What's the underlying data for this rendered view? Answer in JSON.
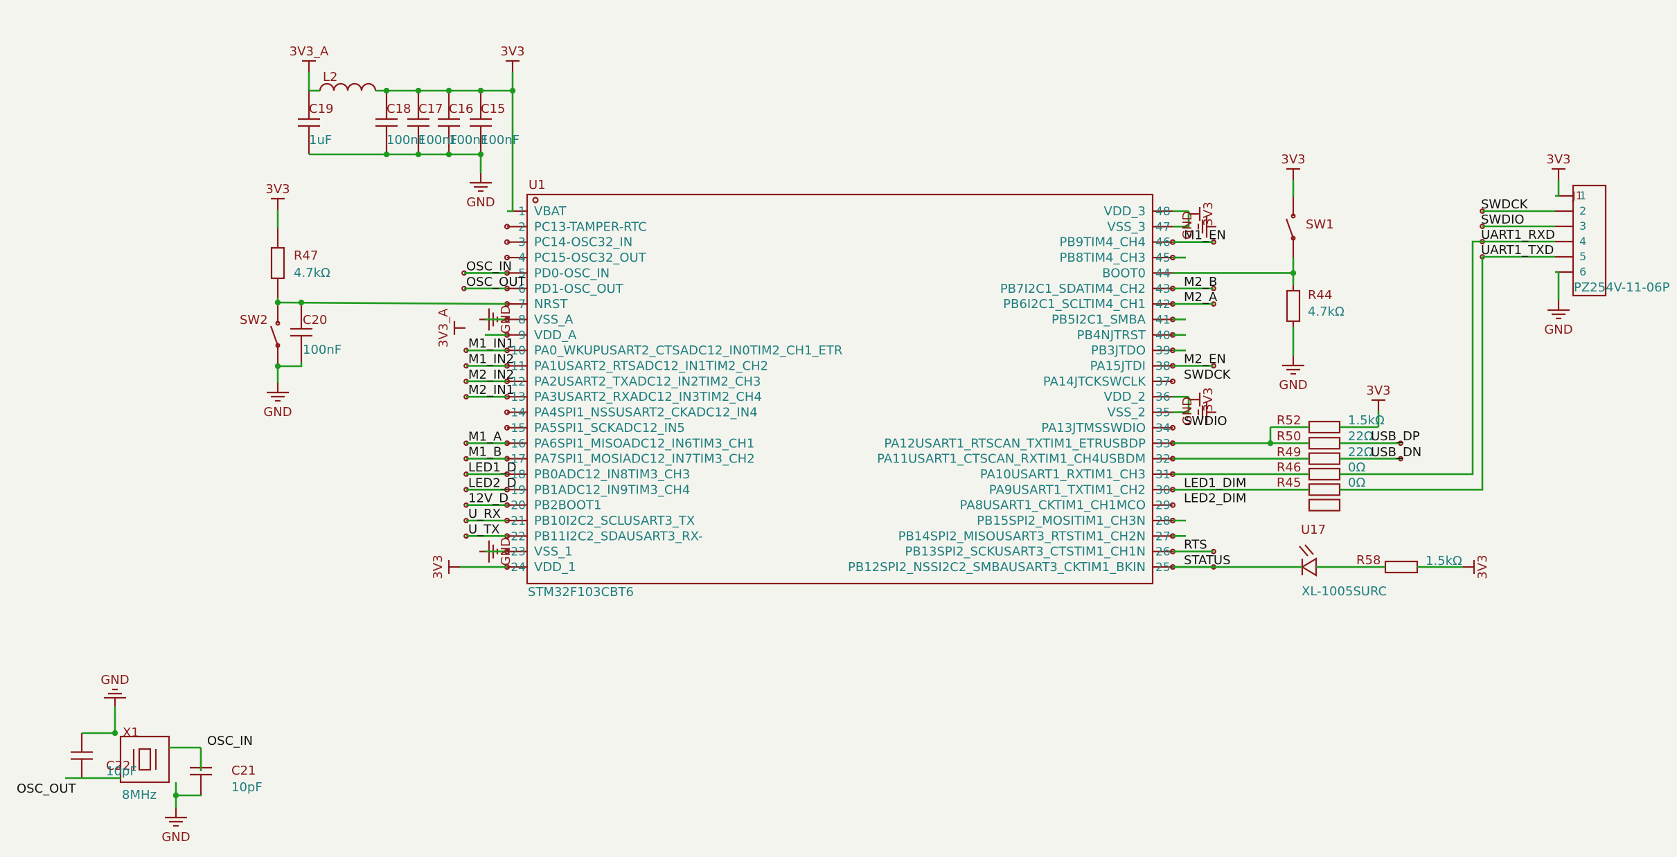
{
  "colors": {
    "background": "#f4f4ee",
    "symbol": "#8b1a1a",
    "wire": "#1e9a1e",
    "pin_label": "#1e7e7e",
    "net_label": "#111111",
    "ref_label": "#8b1a1a",
    "value_label": "#1e7e7e"
  },
  "power": {
    "3v3_a": "3V3_A",
    "3v3": "3V3",
    "gnd": "GND"
  },
  "u1": {
    "ref": "U1",
    "part": "STM32F103CBT6",
    "left_pins": [
      {
        "num": "1",
        "name": "VBAT"
      },
      {
        "num": "2",
        "name": "PC13-TAMPER-RTC"
      },
      {
        "num": "3",
        "name": "PC14-OSC32_IN"
      },
      {
        "num": "4",
        "name": "PC15-OSC32_OUT"
      },
      {
        "num": "5",
        "name": "PD0-OSC_IN"
      },
      {
        "num": "6",
        "name": "PD1-OSC_OUT"
      },
      {
        "num": "7",
        "name": "NRST"
      },
      {
        "num": "8",
        "name": "VSS_A"
      },
      {
        "num": "9",
        "name": "VDD_A"
      },
      {
        "num": "10",
        "name": "PA0_WKUPUSART2_CTSADC12_IN0TIM2_CH1_ETR"
      },
      {
        "num": "11",
        "name": "PA1USART2_RTSADC12_IN1TIM2_CH2"
      },
      {
        "num": "12",
        "name": "PA2USART2_TXADC12_IN2TIM2_CH3"
      },
      {
        "num": "13",
        "name": "PA3USART2_RXADC12_IN3TIM2_CH4"
      },
      {
        "num": "14",
        "name": "PA4SPI1_NSSUSART2_CKADC12_IN4"
      },
      {
        "num": "15",
        "name": "PA5SPI1_SCKADC12_IN5"
      },
      {
        "num": "16",
        "name": "PA6SPI1_MISOADC12_IN6TIM3_CH1"
      },
      {
        "num": "17",
        "name": "PA7SPI1_MOSIADC12_IN7TIM3_CH2"
      },
      {
        "num": "18",
        "name": "PB0ADC12_IN8TIM3_CH3"
      },
      {
        "num": "19",
        "name": "PB1ADC12_IN9TIM3_CH4"
      },
      {
        "num": "20",
        "name": "PB2BOOT1"
      },
      {
        "num": "21",
        "name": "PB10I2C2_SCLUSART3_TX"
      },
      {
        "num": "22",
        "name": "PB11I2C2_SDAUSART3_RX-"
      },
      {
        "num": "23",
        "name": "VSS_1"
      },
      {
        "num": "24",
        "name": "VDD_1"
      }
    ],
    "right_pins": [
      {
        "num": "48",
        "name": "VDD_3"
      },
      {
        "num": "47",
        "name": "VSS_3"
      },
      {
        "num": "46",
        "name": "PB9TIM4_CH4"
      },
      {
        "num": "45",
        "name": "PB8TIM4_CH3"
      },
      {
        "num": "44",
        "name": "BOOT0"
      },
      {
        "num": "43",
        "name": "PB7I2C1_SDATIM4_CH2"
      },
      {
        "num": "42",
        "name": "PB6I2C1_SCLTIM4_CH1"
      },
      {
        "num": "41",
        "name": "PB5I2C1_SMBA"
      },
      {
        "num": "40",
        "name": "PB4NJTRST"
      },
      {
        "num": "39",
        "name": "PB3JTDO"
      },
      {
        "num": "38",
        "name": "PA15JTDI"
      },
      {
        "num": "37",
        "name": "PA14JTCKSWCLK"
      },
      {
        "num": "36",
        "name": "VDD_2"
      },
      {
        "num": "35",
        "name": "VSS_2"
      },
      {
        "num": "34",
        "name": "PA13JTMSSWDIO"
      },
      {
        "num": "33",
        "name": "PA12USART1_RTSCAN_TXTIM1_ETRUSBDP"
      },
      {
        "num": "32",
        "name": "PA11USART1_CTSCAN_RXTIM1_CH4USBDM"
      },
      {
        "num": "31",
        "name": "PA10USART1_RXTIM1_CH3"
      },
      {
        "num": "30",
        "name": "PA9USART1_TXTIM1_CH2"
      },
      {
        "num": "29",
        "name": "PA8USART1_CKTIM1_CH1MCO"
      },
      {
        "num": "28",
        "name": "PB15SPI2_MOSITIM1_CH3N"
      },
      {
        "num": "27",
        "name": "PB14SPI2_MISOUSART3_RTSTIM1_CH2N"
      },
      {
        "num": "26",
        "name": "PB13SPI2_SCKUSART3_CTSTIM1_CH1N"
      },
      {
        "num": "25",
        "name": "PB12SPI2_NSSI2C2_SMBAUSART3_CKTIM1_BKIN"
      }
    ],
    "left_nets": [
      {
        "row": 4,
        "label": "OSC_IN"
      },
      {
        "row": 5,
        "label": "OSC_OUT"
      },
      {
        "row": 9,
        "label": "M1_IN1"
      },
      {
        "row": 10,
        "label": "M1_IN2"
      },
      {
        "row": 11,
        "label": "M2_IN2"
      },
      {
        "row": 12,
        "label": "M2_IN1"
      },
      {
        "row": 15,
        "label": "M1_A"
      },
      {
        "row": 16,
        "label": "M1_B"
      },
      {
        "row": 17,
        "label": "LED1_D"
      },
      {
        "row": 18,
        "label": "LED2_D"
      },
      {
        "row": 19,
        "label": "12V_D"
      },
      {
        "row": 20,
        "label": "U_RX"
      },
      {
        "row": 21,
        "label": "U_TX"
      }
    ],
    "right_nets": [
      {
        "row": 2,
        "label": "M1_EN"
      },
      {
        "row": 5,
        "label": "M2_B"
      },
      {
        "row": 6,
        "label": "M2_A"
      },
      {
        "row": 10,
        "label": "M2_EN"
      },
      {
        "row": 11,
        "label": "SWDCK"
      },
      {
        "row": 14,
        "label": "SWDIO"
      },
      {
        "row": 18,
        "label": "LED1_DIM"
      },
      {
        "row": 19,
        "label": "LED2_DIM"
      },
      {
        "row": 22,
        "label": "RTS"
      },
      {
        "row": 23,
        "label": "STATUS"
      }
    ]
  },
  "l2": {
    "ref": "L2"
  },
  "c19": {
    "ref": "C19",
    "value": "1uF"
  },
  "c18": {
    "ref": "C18",
    "value": "100nF"
  },
  "c17": {
    "ref": "C17",
    "value": "100nF"
  },
  "c16": {
    "ref": "C16",
    "value": "100nF"
  },
  "c15": {
    "ref": "C15",
    "value": "100nF"
  },
  "r47": {
    "ref": "R47",
    "value": "4.7kΩ"
  },
  "sw2": {
    "ref": "SW2"
  },
  "c20": {
    "ref": "C20",
    "value": "100nF"
  },
  "sw1": {
    "ref": "SW1"
  },
  "r44": {
    "ref": "R44",
    "value": "4.7kΩ"
  },
  "r52": {
    "ref": "R52",
    "value": "1.5kΩ"
  },
  "r50": {
    "ref": "R50",
    "value": "22Ω"
  },
  "r49": {
    "ref": "R49",
    "value": "22Ω"
  },
  "r46": {
    "ref": "R46",
    "value": "0Ω"
  },
  "r45": {
    "ref": "R45",
    "value": "0Ω"
  },
  "usb_nets": {
    "dp": "USB_DP",
    "dn": "USB_DN"
  },
  "j1": {
    "ref": "J1",
    "part": "PZ254V-11-06P",
    "pins": [
      "1",
      "2",
      "3",
      "4",
      "5",
      "6"
    ],
    "nets": [
      "SWDCK",
      "SWDIO",
      "UART1_RXD",
      "UART1_TXD"
    ]
  },
  "u17": {
    "ref": "U17",
    "part": "XL-1005SURC"
  },
  "r58": {
    "ref": "R58",
    "value": "1.5kΩ"
  },
  "x1": {
    "ref": "X1",
    "value": "8MHz"
  },
  "c22": {
    "ref": "C22",
    "value": "10pF"
  },
  "c21": {
    "ref": "C21",
    "value": "10pF"
  },
  "osc_nets": {
    "in": "OSC_IN",
    "out": "OSC_OUT"
  }
}
